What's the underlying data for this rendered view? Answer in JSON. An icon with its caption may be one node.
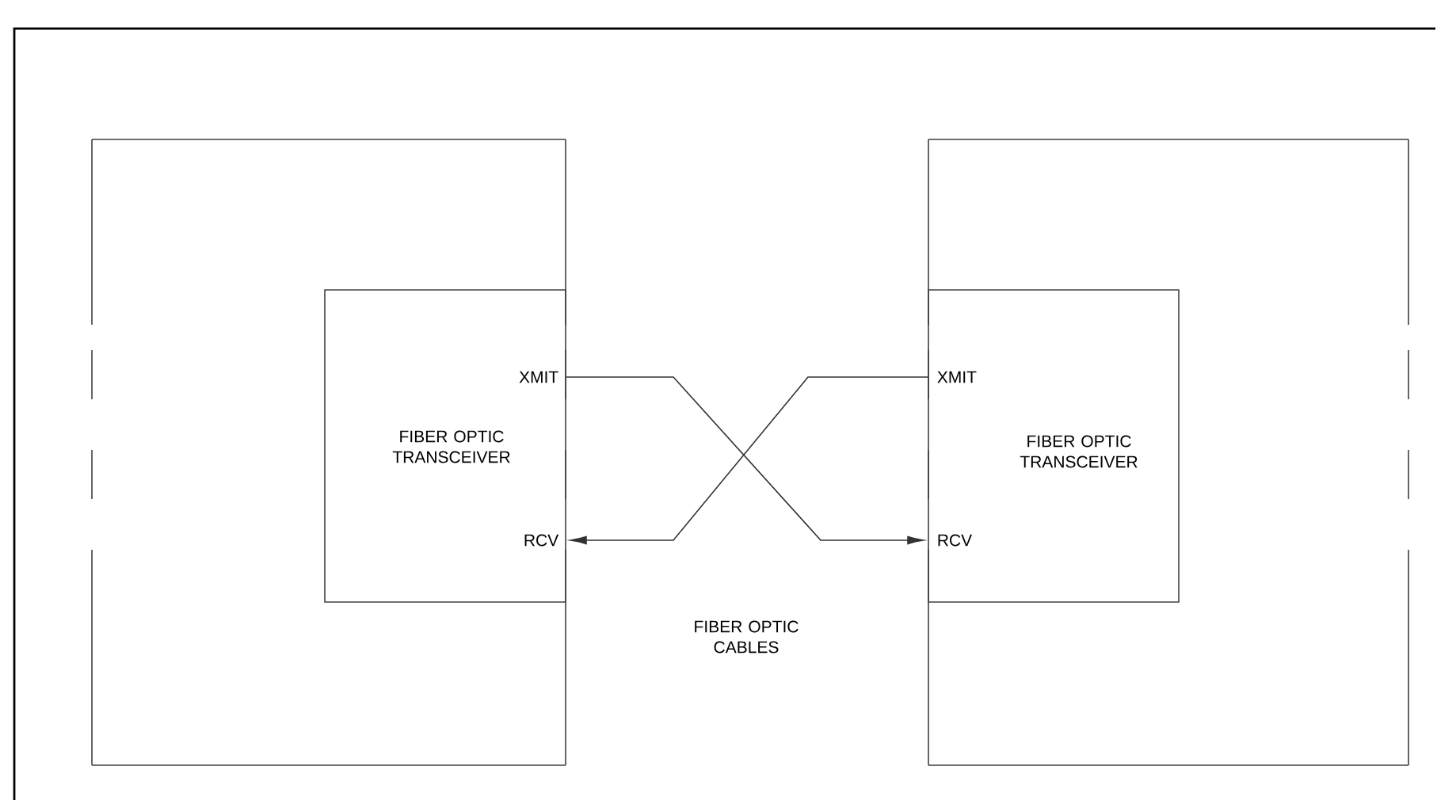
{
  "diagram": {
    "nodes": [
      {
        "text": [],
        "shape": "box"
      },
      {
        "text": [
          "XMIT",
          "FIBER OPTIC TRANSCEIVER",
          "RCV"
        ],
        "in": 0
      },
      {
        "text": [],
        "shape": "box"
      },
      {
        "text": [
          "XMIT",
          "FIBER OPTIC TRANSCEIVER",
          "RCV"
        ],
        "in": 2
      }
    ],
    "edges": [
      {
        "from": 1,
        "to": 3,
        "arrow": "to"
      },
      {
        "from": 3,
        "to": 1,
        "arrow": "to"
      }
    ],
    "labels": [
      "FIBER OPTIC CABLES"
    ]
  }
}
